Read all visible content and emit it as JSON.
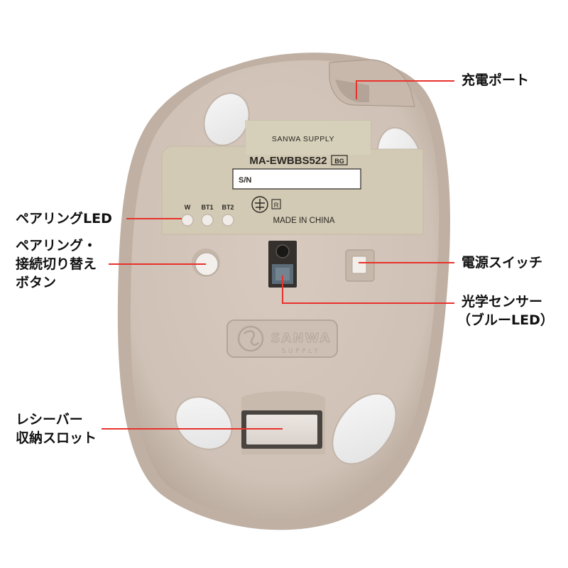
{
  "product": {
    "brand": "SANWA SUPPLY",
    "model": "MA-EWBBS522",
    "color_badge": "BG",
    "serial_label": "S/N",
    "origin": "MADE IN CHINA",
    "cert_mark": "R",
    "led_labels": [
      "W",
      "BT1",
      "BT2"
    ],
    "logo_text": "SANWA",
    "logo_subtext": "SUPPLY"
  },
  "callouts": {
    "charging_port": [
      "充電ポート"
    ],
    "pairing_led": [
      "ペアリングLED"
    ],
    "pairing_switch": [
      "ペアリング・",
      "接続切り替え",
      "ボタン"
    ],
    "power_switch": [
      "電源スイッチ"
    ],
    "optical_sensor": [
      "光学センサー",
      "（ブルーLED）"
    ],
    "receiver_slot": [
      "レシーバー",
      "収納スロット"
    ]
  },
  "colors": {
    "body": "#d2c4b8",
    "body_shade": "#bcaea2",
    "label_plate": "#d4ccb6",
    "foot": "#eeeeee",
    "callout_line": "#e8322c"
  }
}
